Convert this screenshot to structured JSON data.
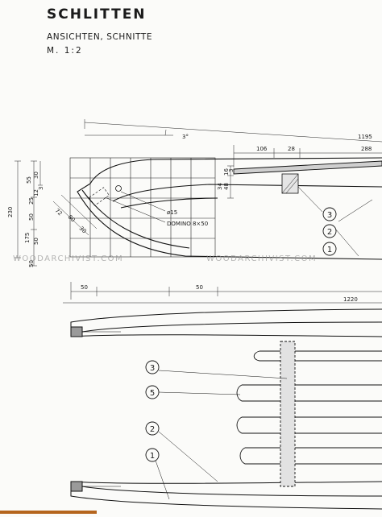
{
  "drawing": {
    "title": "SCHLITTEN",
    "subtitle": "ANSICHTEN, SCHNITTE",
    "scale": "M. 1:2"
  },
  "watermarks": [
    "WOODARCHIVIST.COM",
    "WOODARCHIVIST.COM"
  ],
  "annotations": {
    "angle": "3°",
    "hole": "ø15",
    "domino": "DOMINO 8×50"
  },
  "dimensions": {
    "top_length": "1195",
    "seg_106": "106",
    "seg_28": "28",
    "seg_288": "288",
    "bottom_length": "1220",
    "bottom_50_left": "50",
    "bottom_50_mid": "50",
    "h_230": "230",
    "h_55": "55",
    "h_30": "30",
    "h_3": "3",
    "h_12": "12",
    "h_25": "25",
    "h_50a": "50",
    "h_50b": "50",
    "h_175": "175",
    "h_50c": "50",
    "r_34": "34",
    "r_16": "16",
    "r_48": "48",
    "r_3": "3",
    "d_72": "72",
    "d_80": "80",
    "d_30": "30"
  },
  "callouts": {
    "c3_side": "3",
    "c2_side": "2",
    "c1_side": "1",
    "c3_plan": "3",
    "c5_plan": "5",
    "c2_plan": "2",
    "c1_plan": "1"
  },
  "colors": {
    "ink": "#1a1a1a",
    "paper": "#fbfbf9",
    "accent_bar": "#b5651d"
  }
}
